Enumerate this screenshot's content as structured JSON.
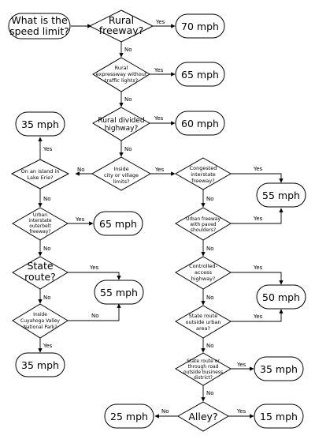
{
  "nodes": {
    "start": {
      "lines": [
        "What is the",
        "speed limit?"
      ]
    },
    "q_rural_freeway": {
      "lines": [
        "Rural",
        "freeway?"
      ]
    },
    "r_70": {
      "text": "70 mph"
    },
    "q_rural_expressway": {
      "lines": [
        "Rural",
        "expressway without",
        "traffic lights?"
      ]
    },
    "r_65_top": {
      "text": "65 mph"
    },
    "q_rural_divided": {
      "lines": [
        "Rural divided",
        "highway?"
      ]
    },
    "r_60": {
      "text": "60 mph"
    },
    "q_inside_city": {
      "lines": [
        "Inside",
        "city or village",
        "limits?"
      ]
    },
    "q_lake_erie": {
      "lines": [
        "On an island in",
        "Lake Erie?"
      ]
    },
    "r_35_left_top": {
      "text": "35 mph"
    },
    "q_urban_outerbelt": {
      "lines": [
        "Urban",
        "interstate",
        "outerbelt",
        "freeway?"
      ]
    },
    "r_65_mid": {
      "text": "65 mph"
    },
    "q_state_route": {
      "lines": [
        "State",
        "route?"
      ]
    },
    "r_55_left": {
      "text": "55 mph"
    },
    "q_cuyahoga": {
      "lines": [
        "Inside",
        "Cuyahoga Valley",
        "National Park?"
      ]
    },
    "r_35_left_bottom": {
      "text": "35 mph"
    },
    "q_congested": {
      "lines": [
        "Congested",
        "interstate",
        "freeway?"
      ]
    },
    "r_55_right": {
      "text": "55 mph"
    },
    "q_urban_freeway_shoulders": {
      "lines": [
        "Urban freeway",
        "with paved",
        "shoulders?"
      ]
    },
    "q_controlled_access": {
      "lines": [
        "Controlled-",
        "access",
        "highway?"
      ]
    },
    "r_50": {
      "text": "50 mph"
    },
    "q_state_route_outside": {
      "lines": [
        "State route",
        "outside urban",
        "area?"
      ]
    },
    "q_through_road": {
      "lines": [
        "State route or",
        "through road",
        "outside business",
        "district?"
      ]
    },
    "r_35_right": {
      "text": "35 mph"
    },
    "q_alley": {
      "lines": [
        "Alley?"
      ]
    },
    "r_25": {
      "text": "25 mph"
    },
    "r_15": {
      "text": "15 mph"
    }
  },
  "edge_labels": {
    "yes": "Yes",
    "no": "No"
  }
}
